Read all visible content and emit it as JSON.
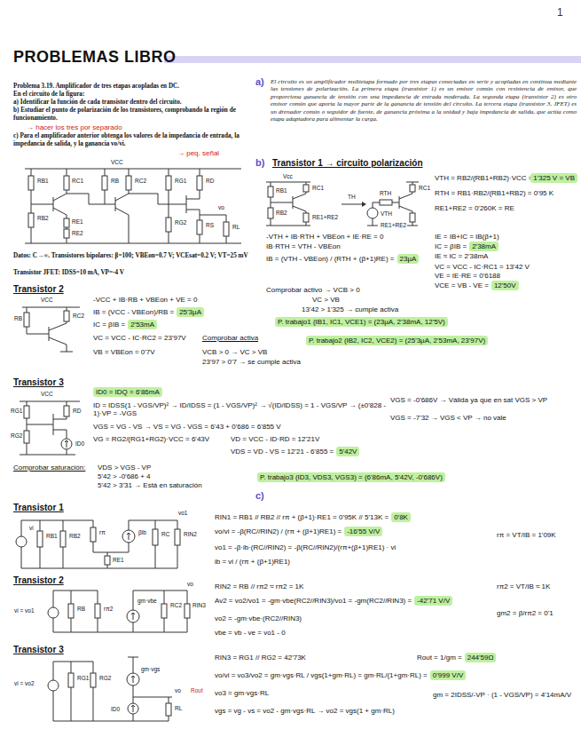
{
  "diagram": {
    "title": "PROBLEMAS LIBRO",
    "nodes": [
      {
        "text": [
          "1'325 V = VB"
        ]
      },
      {
        "text": [
          "23µA"
        ]
      },
      {
        "text": [
          "2'38mA"
        ]
      },
      {
        "text": [
          "12'50V"
        ]
      },
      {
        "text": [
          "P. trabajo1 (IB1, IC1, VCE1) = (23µA, 2'38mA, 12'5V)"
        ]
      },
      {
        "text": [
          "25'3µA"
        ]
      },
      {
        "text": [
          "2'53mA"
        ]
      },
      {
        "text": [
          "P. trabajo2 (IB2, IC2, VCE2) = (25'3µA, 2'53mA, 23'97V)"
        ]
      },
      {
        "text": [
          "ID0 = IDQ = 6'86mA"
        ]
      },
      {
        "text": [
          "5'42V"
        ]
      },
      {
        "text": [
          "P. trabajo3 (ID3, VDS3, VGS3) = (6'86mA, 5'42V, -0'686V)"
        ]
      },
      {
        "text": [
          "0'8K"
        ]
      },
      {
        "text": [
          "-16'55 V/V"
        ]
      },
      {
        "text": [
          "-42'71 V/V"
        ]
      },
      {
        "text": [
          "244'59Ω"
        ]
      },
      {
        "text": [
          "0'999 V/V"
        ]
      }
    ],
    "labels": [
      "1",
      "Problema 3.19. Amplificador de tres etapas acopladas en DC.",
      "En el circuito de la figura:",
      "a) Identificar la función de cada transistor dentro del circuito.",
      "b) Estudiar el punto de polarización de los transistores, comprobando la región de funcionamiento.",
      "→ hacer los tres por separado",
      "c) Para el amplificador anterior obtenga los valores de la impedancia de entrada, la impedancia de salida, y la ganancia vo/vi.",
      "→ peq. señal",
      "VCC",
      "RB1",
      "RB2",
      "RC1",
      "RE1",
      "RE2",
      "RB",
      "RC2",
      "RG1",
      "RG2",
      "RD",
      "RS",
      "RL",
      "vo",
      "Datos: C→∞. Transistores bipolares: β=100; VBEon=0.7 V; VCEsat=0.2 V; VT=25 mV",
      "Transistor JFET: IDSS=10 mA, VP=-4 V",
      "a)",
      "El circuito es un amplificador multietapa formado por tres etapas conectadas en serie y acopladas en continua mediante las tensiones de polarización. La primera etapa (transistor 1) es un emisor común con resistencia de emisor, que proporciona ganancia de tensión con una impedancia de entrada moderada. La segunda etapa (transistor 2) es otro emisor común que aporta la mayor parte de la ganancia de tensión del circuito. La tercera etapa (transistor 3, JFET) es un drenador común o seguidor de fuente, de ganancia próxima a la unidad y baja impedancia de salida, que actúa como etapa adaptadora para alimentar la carga.",
      "b)",
      "Transistor 1 → circuito polarización",
      "Vcc",
      "RB1",
      "RB2",
      "RC1",
      "RE1+RE2",
      "TH",
      "RTH",
      "VTH",
      "RC1",
      "RE1+RE2",
      "VTH = RB2/(RB1+RB2)·VCC =",
      "RTH = RB1·RB2/(RB1+RB2) = 0'95 K",
      "RE1+RE2 = 0'260K = RE",
      "-VTH + IB·RTH + VBEon + IE·RE = 0",
      "IB·RTH = VTH - VBEon",
      "IB = (VTH - VBEon) / (RTH + (β+1)RE) =",
      "IE = IB+IC = IB(β+1)",
      "IC = βIB =",
      "IE ≈ IC = 2'38mA",
      "VC = VCC - IC·RC1 = 13'42 V",
      "VE = IE·RE = 0'6188",
      "VCE = VB - VE =",
      "Comprobar activo → VCB > 0",
      "VC > VB",
      "13'42 > 1'325 → cumple activa",
      "Transistor 2",
      "VCC",
      "RB",
      "RC2",
      "-VCC + IB·RB + VBEon + VE = 0",
      "IB = (VCC - VBEon)/RB =",
      "IC = βIB =",
      "VC = VCC - IC·RC2 = 23'97V",
      "Comprobar activa",
      "VB = VBEon = 0'7V",
      "VCB > 0 → VC > VB",
      "23'97 > 0'7 → se cumple activa",
      "Transistor 3",
      "VCC",
      "RG1",
      "RG2",
      "RD",
      "ID0",
      "ID = IDSS(1 - VGS/VP)² → ID/IDSS = (1 - VGS/VP)² → √(ID/IDSS) = 1 - VGS/VP → (±0'828 - 1)·VP = -VGS",
      "VGS = -0'686V → Válida ya que en sat VGS > VP",
      "VGS = -7'32 → VGS < VP → no vale",
      "VGS = VG - VS → VS = VG - VGS = 6'43 + 0'686 = 6'855 V",
      "VG = RG2/(RG1+RG2)·VCC = 6'43V",
      "VD = VCC - ID·RD = 12'21V",
      "VDS = VD - VS = 12'21 - 6'855 =",
      "Comprobar saturación:",
      "VDS > VGS - VP",
      "5'42 > -0'686 + 4",
      "5'42 > 3'31 → Está en saturación",
      "c)",
      "Transistor 1",
      "vo1",
      "vi",
      "RB1",
      "RB2",
      "rπ",
      "βib",
      "RC",
      "RIN2",
      "RE1",
      "RIN1 = RB1 // RB2 // rπ + (β+1)·RE1 = 0'95K // 5'13K =",
      "vo/vi = -β(RC//RIN2) / (rπ + (β+1)RE1) =",
      "rπ = VT/IB = 1'09K",
      "vo1 = -β·ib·(RC//RIN2) = -β(RC//RIN2)/(rπ+(β+1)RE1) · vi",
      "ib = vi / (rπ + (β+1)RE1)",
      "Transistor 2",
      "vo",
      "vi = vo1",
      "RB",
      "rπ2",
      "gm·vbe",
      "RC2",
      "RIN3",
      "RIN2 = RB // rπ2 ≈ rπ2 = 1K",
      "rπ2 = VT/IB ≈ 1K",
      "Av2 = vo2/vo1 = -gm·vbe(RC2//RIN3)/vo1 = -gm(RC2//RIN3) =",
      "gm2 = β/rπ2 = 0'1",
      "vo2 = -gm·vbe·(RC2//RIN3)",
      "vbe = vb - ve = vo1 - 0",
      "Transistor 3",
      "vi = vo2",
      "RG1",
      "RG2",
      "gm·vgs",
      "vo",
      "Rout",
      "RL",
      "ID0",
      "RIN3 = RG1 // RG2 = 42'73K",
      "Rout = 1/gm =",
      "vo/vi = vo3/vo2 = gm·vgs·RL / vgs(1+gm·RL) = gm·RL/(1+gm·RL) =",
      "vo3 = gm·vgs·RL",
      "gm = 2IDSS/-VP · (1 - VGS/VP) = 4'14mA/V",
      "vgs = vg - vs = vo2 - gm·vgs·RL → vo2 = vgs(1 + gm·RL)"
    ]
  }
}
